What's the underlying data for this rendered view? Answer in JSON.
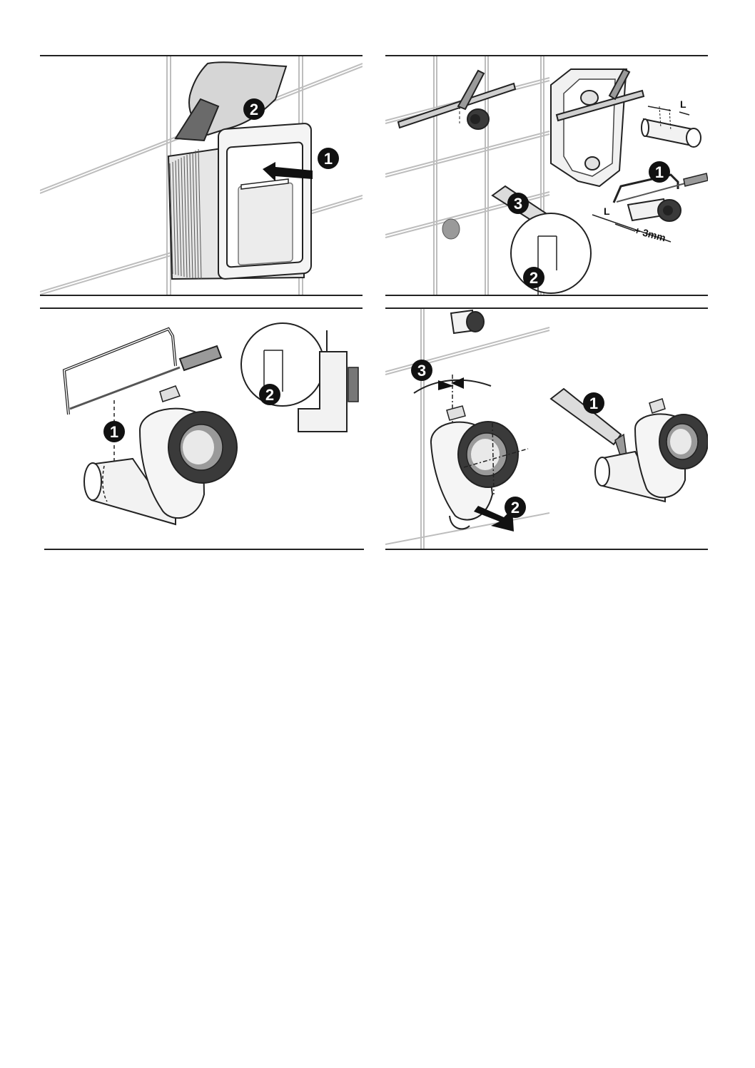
{
  "panels": [
    {
      "id": "panel-1",
      "callouts": [
        "2",
        "1"
      ]
    },
    {
      "id": "panel-2",
      "callouts": [
        "1",
        "3",
        "2"
      ],
      "dimension_label": "L",
      "dimension_label_2": "L",
      "offset_label": "+ 3mm"
    },
    {
      "id": "panel-3",
      "callouts": [
        "1",
        "2"
      ]
    },
    {
      "id": "panel-4",
      "callouts": [
        "3",
        "2",
        "1"
      ]
    }
  ],
  "colors": {
    "line": "#222222",
    "grout": "#bdbdbd",
    "shade": "#cfcfcf",
    "dark_gasket": "#3a3a3a",
    "callout_bg": "#111111",
    "callout_fg": "#ffffff"
  }
}
